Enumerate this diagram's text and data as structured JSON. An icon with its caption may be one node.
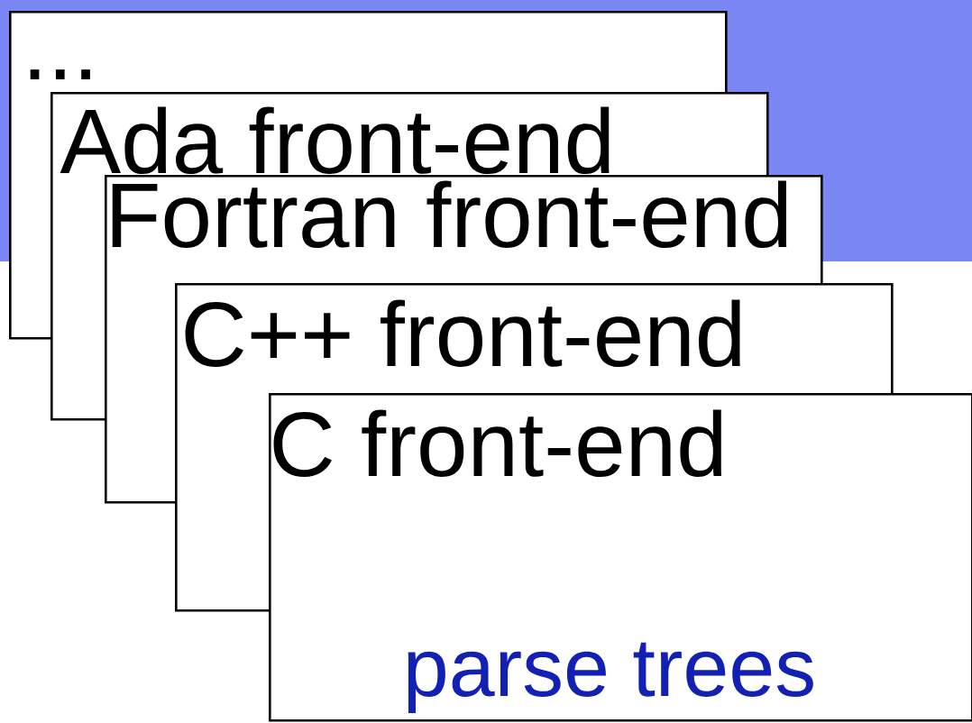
{
  "diagram": {
    "nodes": [
      {
        "text": [
          "..."
        ]
      },
      {
        "text": [
          "Ada front-end"
        ]
      },
      {
        "text": [
          "Fortran front-end"
        ]
      },
      {
        "text": [
          "C++ front-end"
        ]
      },
      {
        "text": [
          "C front-end",
          "parse trees"
        ]
      }
    ]
  }
}
